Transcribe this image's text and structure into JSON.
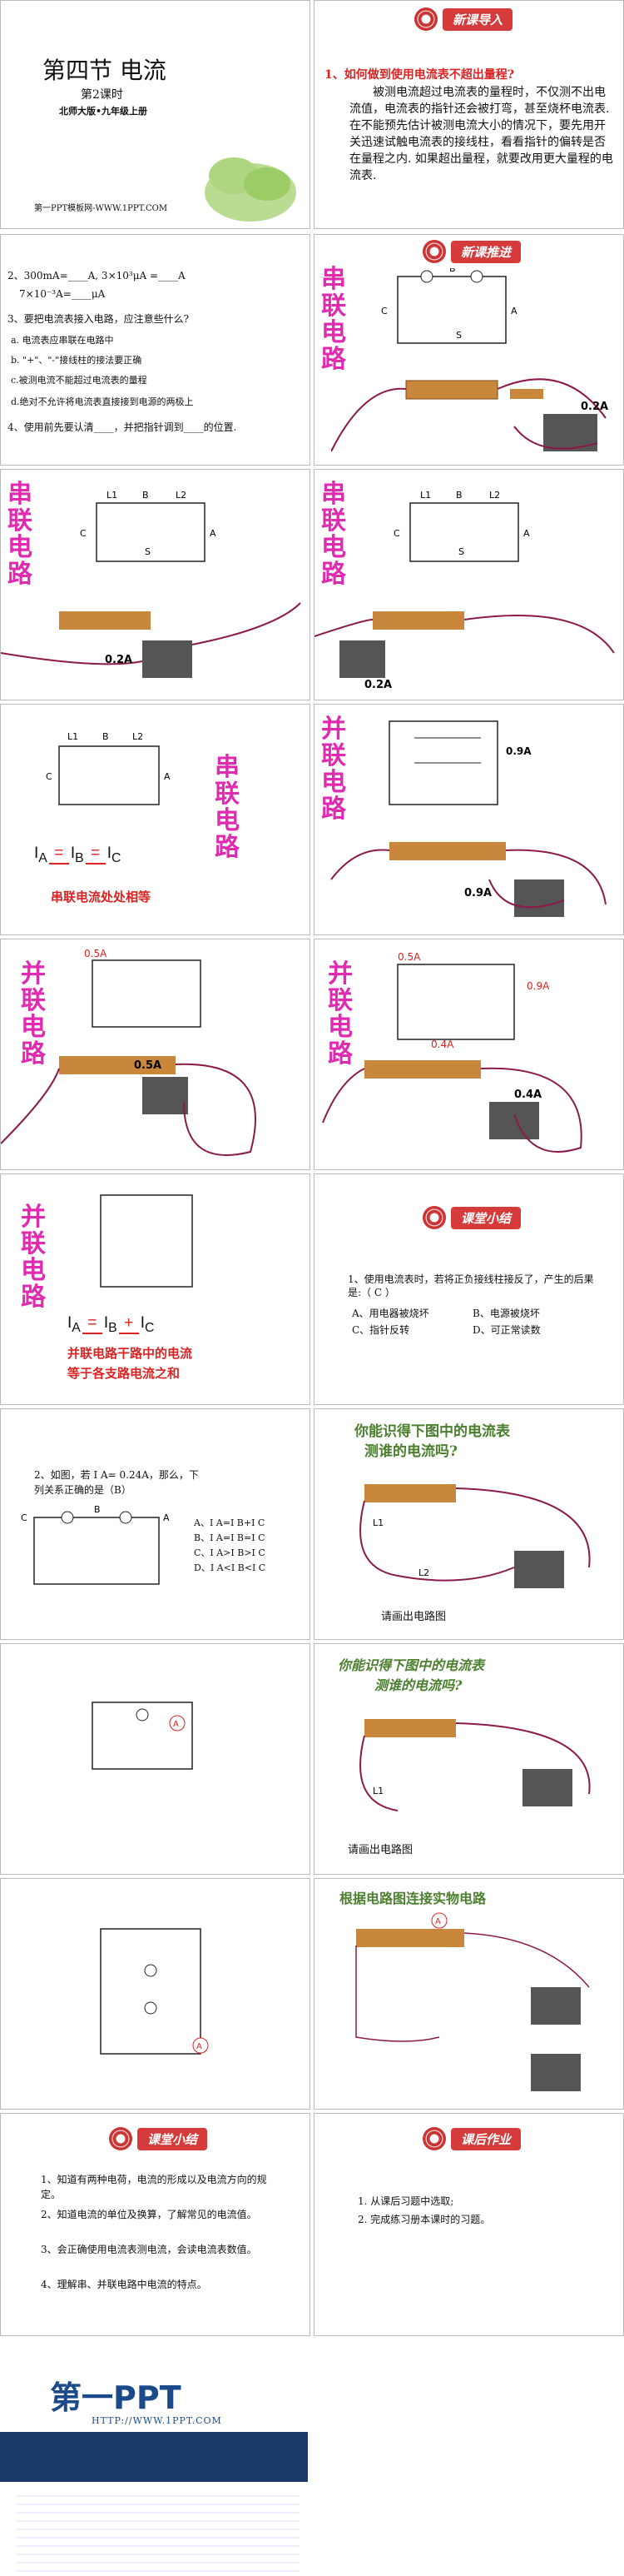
{
  "s1": {
    "title": "第四节 电流",
    "sub": "第2课时",
    "pub": "北师大版•九年级上册",
    "url": "第一PPT模板网-WWW.1PPT.COM"
  },
  "s2": {
    "badge": "新课导入",
    "q": "1、如何做到使用电流表不超出量程?",
    "body": "被测电流超过电流表的量程时，不仅测不出电流值，电流表的指针还会被打弯，甚至烧杯电流表.在不能预先估计被测电流大小的情况下，要先用开关迅速试触电流表的接线柱，看看指针的偏转是否在量程之内. 如果超出量程，就要改用更大量程的电流表."
  },
  "s3": {
    "l1": "2、300mA=____A,  3×10³μA =____A",
    "l2": "7×10⁻³A=____μA",
    "l3": "3、要把电流表接入电路，应注意些什么?",
    "items": [
      "a. 电流表应串联在电路中",
      "b. \"+\"、\"-\"接线柱的接法要正确",
      "c.被测电流不能超过电流表的量程",
      "d.绝对不允许将电流表直接接到电源的两极上"
    ],
    "l4": "4、使用前先要认清____，并把指针调到____的位置."
  },
  "s4": {
    "badge": "新课推进",
    "vt": "串联电路",
    "amp": "0.2A"
  },
  "s5": {
    "vt": "串联电路",
    "amp": "0.2A"
  },
  "s6": {
    "vt": "串联电路",
    "amp": "0.2A"
  },
  "s7": {
    "vt": "串联电路",
    "eq": [
      "I",
      "A",
      "=",
      "I",
      "B",
      "=",
      "I",
      "C"
    ],
    "note": "串联电流处处相等"
  },
  "s8": {
    "vt": "并联电路",
    "amp": "0.9A",
    "amp2": "0.9A"
  },
  "s9": {
    "vt": "并联电路",
    "a1": "0.5A",
    "a2": "0.5A"
  },
  "s10": {
    "vt": "并联电路",
    "a1": "0.5A",
    "a2": "0.9A",
    "a3": "0.4A",
    "a4": "0.4A"
  },
  "s11": {
    "vt": "并联电路",
    "note1": "并联电路干路中的电流",
    "note2": "等于各支路电流之和"
  },
  "s12": {
    "badge": "课堂小结",
    "q": "1、使用电流表时，若将正负接线柱接反了，产生的后果是:（ C ）",
    "opts": [
      "A、用电器被烧坏",
      "B、电源被烧坏",
      "C、指针反转",
      "D、可正常读数"
    ]
  },
  "s13": {
    "q": "2、如图，若 I A= 0.24A，那么，下列关系正确的是（B）",
    "opts": [
      "A、I A=I B+I C",
      "B、I A=I B=I C",
      "C、I A>I B>I C",
      "D、I A<I B<I C"
    ]
  },
  "s14": {
    "title1": "你能识得下图中的电流表",
    "title2": "测谁的电流吗?",
    "caption": "请画出电路图"
  },
  "s15": {
    "title1": "你能识得下图中的电流表",
    "title2": "测谁的电流吗?",
    "caption": "请画出电路图"
  },
  "s16": {
    "title": "根据电路图连接实物电路"
  },
  "s17": {
    "badge": "课堂小结",
    "items": [
      "1、知道有两种电荷，电流的形成以及电流方向的规定。",
      "2、知道电流的单位及换算，了解常见的电流值。",
      "3、会正确使用电流表测电流，会读电流表数值。",
      "4、理解串、并联电路中电流的特点。"
    ]
  },
  "s18": {
    "badge": "课后作业",
    "items": [
      "1. 从课后习题中选取;",
      "2. 完成练习册本课时的习题。"
    ]
  },
  "footer": {
    "logo": "第一PPT",
    "url": "HTTP://WWW.1PPT.COM"
  }
}
